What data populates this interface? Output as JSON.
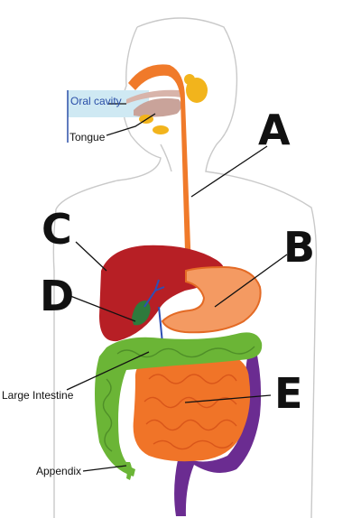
{
  "labels": {
    "oral_cavity": "Oral cavity",
    "tongue": "Tongue",
    "large_intestine": "Large Intestine",
    "appendix": "Appendix",
    "A": "A",
    "B": "B",
    "C": "C",
    "D": "D",
    "E": "E"
  },
  "colors": {
    "esophagus": "#f07a2a",
    "stomach": "#f49a62",
    "liver": "#b71f25",
    "gallbladder": "#2e7a3c",
    "large_intestine": "#6bb536",
    "small_intestine": "#f07428",
    "rectum": "#6b2c91",
    "salivary": "#f2b41c",
    "oral_box": "#cfe9f3"
  }
}
